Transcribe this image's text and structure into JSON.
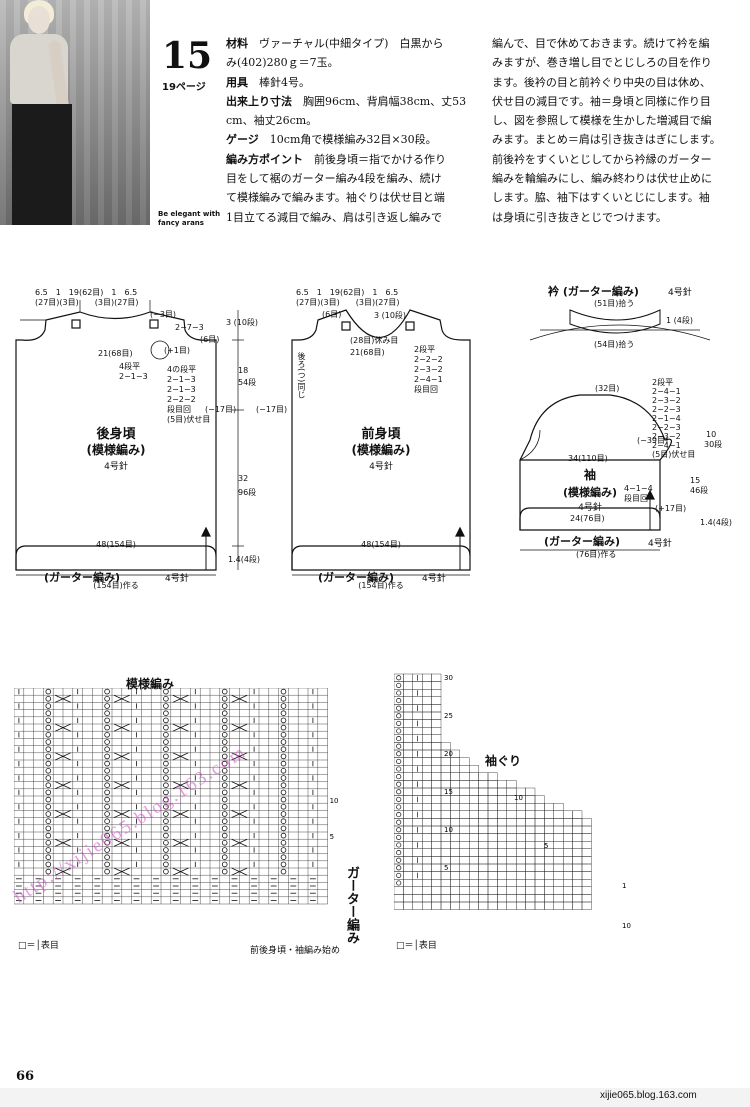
{
  "header": {
    "pattern_number": "15",
    "page_ref": "19ページ",
    "photo_caption_line1": "Be elegant with",
    "photo_caption_line2": "fancy arans"
  },
  "instructions": {
    "left_col": [
      {
        "label": "材料",
        "text": "　ヴァーチャル(中細タイプ)　白黒から"
      },
      {
        "label": "",
        "text": "み(402)280ｇ＝7玉。"
      },
      {
        "label": "用具",
        "text": "　棒針4号。"
      },
      {
        "label": "出来上り寸法",
        "text": "　胸囲96cm、背肩幅38cm、丈53"
      },
      {
        "label": "",
        "text": "cm、袖丈26cm。"
      },
      {
        "label": "ゲージ",
        "text": "　10cm角で模様編み32目×30段。"
      },
      {
        "label": "編み方ポイント",
        "text": "　前後身頃＝指でかける作り"
      },
      {
        "label": "",
        "text": "目をして裾のガーター編み4段を編み、続け"
      },
      {
        "label": "",
        "text": "て模様編みで編みます。袖ぐりは伏せ目と端"
      },
      {
        "label": "",
        "text": "1目立てる減目で編み、肩は引き返し編みで"
      }
    ],
    "right_col": [
      "編んで、目で休めておきます。続けて衿を編",
      "みますが、巻き増し目でとじしろの目を作り",
      "ます。後衿の目と前衿ぐり中央の目は休め、",
      "伏せ目の減目です。袖＝身頃と同様に作り目",
      "し、図を参照して模様を生かした増減目で編",
      "みます。まとめ＝肩は引き抜きはぎにします。",
      "前後衿をすくいとじしてから衿縁のガーター",
      "編みを輪編みにし、編み終わりは伏せ止めに",
      "します。脇、袖下はすくいとじにします。袖",
      "は身頃に引き抜きとじでつけます。"
    ]
  },
  "back_body": {
    "title": "後身頃",
    "subtitle": "(模様編み)",
    "needle": "4号針",
    "top_dims": "6.5　1　19(62目)　1　6.5",
    "top_sub": "(27目)(3目)　　(3目)(27目)",
    "neck_note": "(−3目)",
    "shoulder_note": "2−7−3",
    "shoulder_note2": "(6目)",
    "chest_note": "21(68目)",
    "plus_note": "(+1目)",
    "dec1": "4段平",
    "dec2": "2−1−3",
    "dec3": "4の段平",
    "dec4": "2−1−3",
    "dec5": "2−1−3",
    "dec6": "2−2−2",
    "dec7": "段目回",
    "dec8": "(5目)伏せ目",
    "side_dec": "(−17目)",
    "right_top": "3 (10段)",
    "right_mid1": "18",
    "right_mid2": "54段",
    "right_low1": "32",
    "right_low2": "96段",
    "right_bottom": "1.4(4段)",
    "width": "48(154目)",
    "garter": "(ガーター編み)",
    "garter_needle": "4号針",
    "cast_on": "(154目)作る"
  },
  "front_body": {
    "title": "前身頃",
    "subtitle": "(模様編み)",
    "needle": "4号針",
    "top_dims": "6.5　1　19(62目)　1　6.5",
    "top_sub": "(27目)(3目)　　(3目)(27目)",
    "neck1": "(28目)休み目",
    "neck2": "21(68目)",
    "neck3": "(6目)",
    "neck4": "3 (10段)",
    "right_note1": "2段平",
    "right_note2": "2−2−2",
    "right_note3": "2−3−2",
    "right_note4": "2−4−1",
    "right_note5": "段目回",
    "side_dec": "(−17目)",
    "left_vertical": "後ろ(つ)同じ",
    "width": "48(154目)",
    "garter": "(ガーター編み)",
    "garter_needle": "4号針",
    "cast_on": "(154目)作る"
  },
  "collar": {
    "title": "衿 (ガーター編み)",
    "needle": "4号針",
    "top": "(51目)拾う",
    "bottom": "(54目)拾う",
    "side": "1 (4段)"
  },
  "sleeve": {
    "title": "袖",
    "subtitle": "(模様編み)",
    "needle": "4号針",
    "top": "(32目)",
    "side_dec": "(−39目)",
    "width": "34(110目)",
    "inc1": "4−1−4",
    "inc2": "段目回",
    "inc3": "(+17目)",
    "dec_block": [
      "2段平",
      "2−4−1",
      "2−3−2",
      "2−2−3",
      "2−1−4",
      "2−2−3",
      "2−3−2",
      "2−4−1",
      "(5目)伏せ目"
    ],
    "r1": "10",
    "r2": "30段",
    "r3": "15",
    "r4": "46段",
    "r5": "1.4(4段)",
    "bottom_width": "24(76目)",
    "garter": "(ガーター編み)",
    "garter_needle": "4号針",
    "cast_on": "(76目)作る"
  },
  "chart_main": {
    "title": "模様編み",
    "vertical_label": "ガーター編み",
    "legend": "□＝│表目",
    "start_note": "前後身頃・袖編み始め",
    "row_marks": [
      "10",
      "5"
    ]
  },
  "chart_armhole": {
    "title": "袖ぐり",
    "legend": "□＝│表目",
    "row_marks": [
      "30",
      "25",
      "20",
      "15",
      "10",
      "5"
    ],
    "right_marks": [
      "5",
      "10"
    ],
    "bottom_marks": [
      "1",
      "10"
    ]
  },
  "page_number": "66",
  "footer": "xijie065.blog.163.com",
  "watermark": "http://xijie065.blog.163.com"
}
